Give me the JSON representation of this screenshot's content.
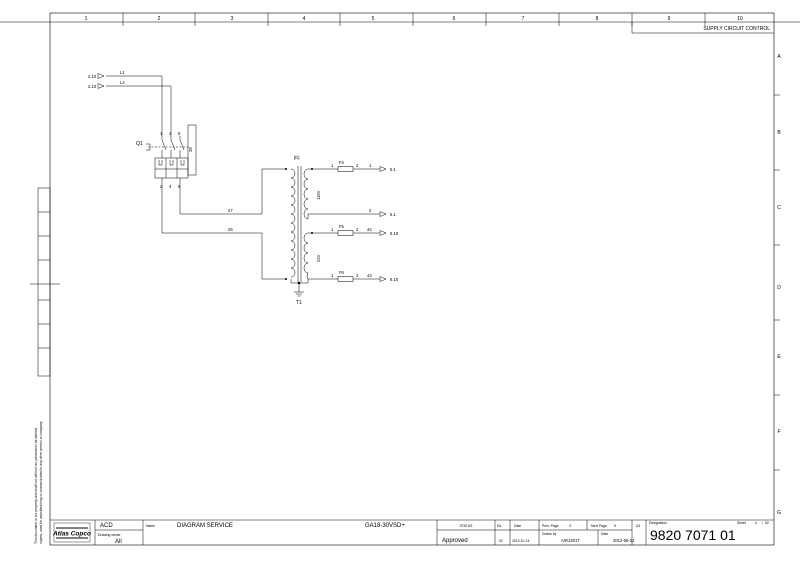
{
  "grid": {
    "columns": [
      "1",
      "2",
      "3",
      "4",
      "5",
      "6",
      "7",
      "8",
      "9",
      "10"
    ],
    "rows": [
      "A",
      "B",
      "C",
      "D",
      "E",
      "F",
      "G"
    ]
  },
  "header": {
    "title": "SUPPLY CIRCUIT CONTROL"
  },
  "schematic": {
    "inputs": [
      {
        "ref": "2.10",
        "wire": "L1"
      },
      {
        "ref": "2.10",
        "wire": "L2"
      }
    ],
    "breaker": {
      "name": "Q1",
      "top_terminals": [
        "1",
        "3",
        "5"
      ],
      "bottom_terminals": [
        "2",
        "4",
        "6"
      ],
      "aux_label": "28"
    },
    "wires": {
      "upper": "27",
      "lower": "26"
    },
    "transformer": {
      "name": "T1",
      "bracket": "[D]",
      "winding_115": "115V",
      "winding_24": "24V"
    },
    "fuses": [
      {
        "name": "F4",
        "pin_in": "1",
        "pin_out": "2",
        "wire": "1",
        "ref": "5.1"
      },
      {
        "name": "F5",
        "pin_in": "1",
        "pin_out": "2",
        "wire": "44",
        "ref": "8.10"
      },
      {
        "name": "F6",
        "pin_in": "1",
        "pin_out": "2",
        "wire": "43",
        "ref": "8.10"
      }
    ],
    "return_wire": {
      "wire": "2",
      "ref": "5.1"
    }
  },
  "side_note": {
    "line1": "This document is our property and shall not without our permission be altered,",
    "line2": "copied, used for manufacturing or communicated to any other person or company."
  },
  "title_block": {
    "logo": "Atlas Copco",
    "division": "ACD",
    "owner_label": "Drawing owner",
    "owner": "All",
    "name_label": "Name",
    "name": "DIAGRAM SERVICE",
    "model": "GA18-30VSD+",
    "status_label": "STATUS",
    "status": "Approved",
    "ed_label": "Ed.",
    "ed": "02",
    "date_label": "Date",
    "date": "2013-10-14",
    "prev_page_label": "Prev. Page",
    "prev_page": "3",
    "next_page_label": "Next Page",
    "next_page": "5",
    "format": "A3",
    "drawn_by_label": "Drawn by",
    "drawn_by": "AIR13017",
    "drawn_date_label": "Date",
    "drawn_date": "2012-05-21",
    "designation_label": "Designation",
    "designation": "9820 7071 01",
    "sheet_label": "Sheet",
    "sheet": "4",
    "sheet_sep": "/",
    "sheet_total": "52"
  }
}
